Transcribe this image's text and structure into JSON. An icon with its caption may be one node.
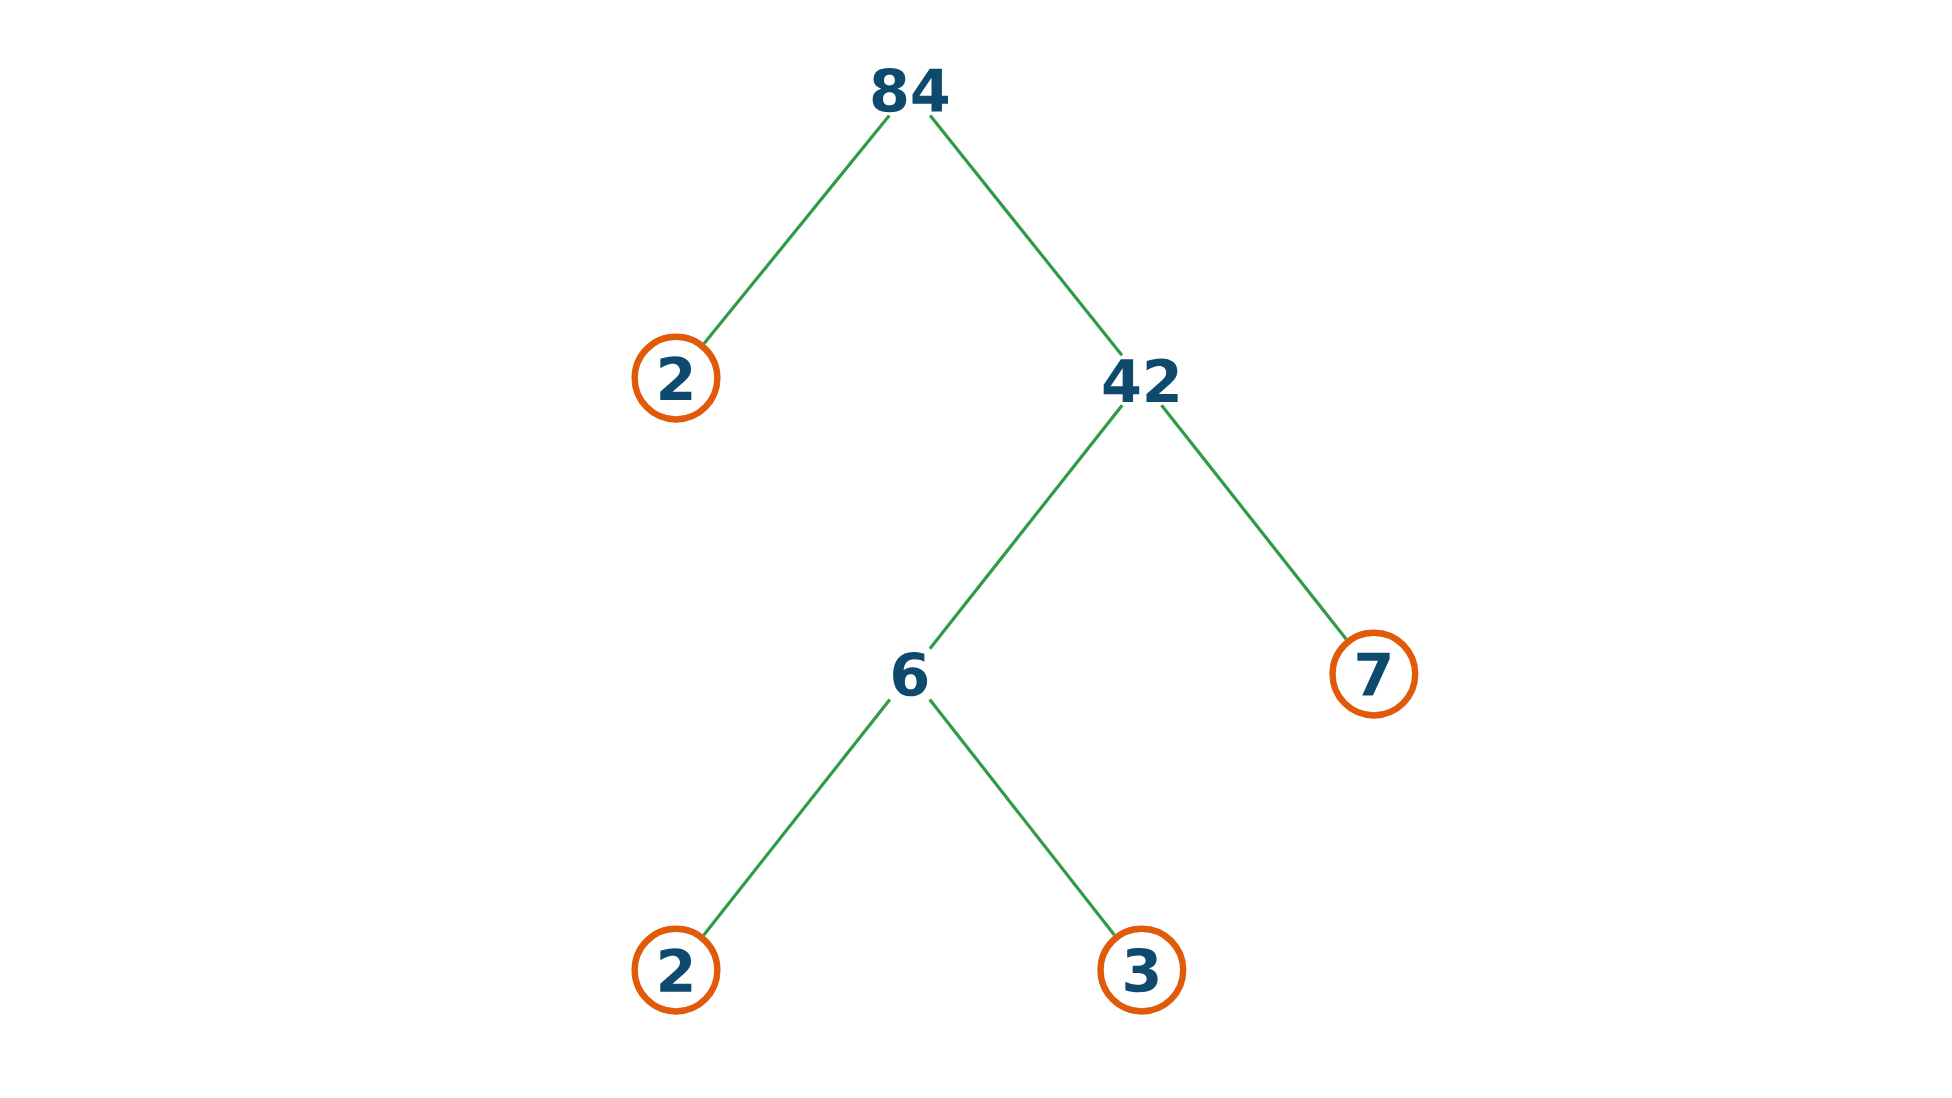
{
  "diagram": {
    "nodes": [
      {
        "text": [
          "84"
        ]
      },
      {
        "text": [
          "2"
        ]
      },
      {
        "text": [
          "42"
        ]
      },
      {
        "text": [
          "6"
        ]
      },
      {
        "text": [
          "7"
        ]
      },
      {
        "text": [
          "2"
        ]
      },
      {
        "text": [
          "3"
        ]
      }
    ],
    "edges": [
      {
        "from": 0,
        "to": 1,
        "arrow": "none"
      },
      {
        "from": 0,
        "to": 2,
        "arrow": "none"
      },
      {
        "from": 2,
        "to": 3,
        "arrow": "none"
      },
      {
        "from": 2,
        "to": 4,
        "arrow": "none"
      },
      {
        "from": 3,
        "to": 5,
        "arrow": "none"
      },
      {
        "from": 3,
        "to": 6,
        "arrow": "none"
      }
    ]
  }
}
